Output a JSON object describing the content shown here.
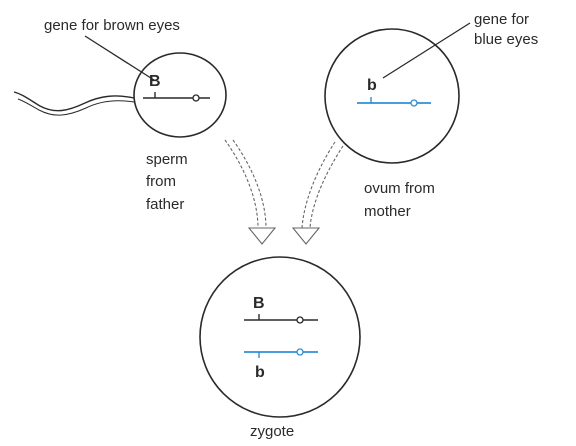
{
  "labels": {
    "gene_brown": "gene for brown eyes",
    "gene_blue_line1": "gene for",
    "gene_blue_line2": "blue eyes",
    "sperm_line1": "sperm",
    "sperm_line2": "from",
    "sperm_line3": "father",
    "ovum_line1": "ovum from",
    "ovum_line2": "mother",
    "zygote": "zygote"
  },
  "alleles": {
    "father": "B",
    "mother": "b"
  },
  "colors": {
    "ink": "#2a2a2a",
    "blue_chromosome": "#2f8fd4",
    "dark_chromosome": "#2a2a2a"
  }
}
